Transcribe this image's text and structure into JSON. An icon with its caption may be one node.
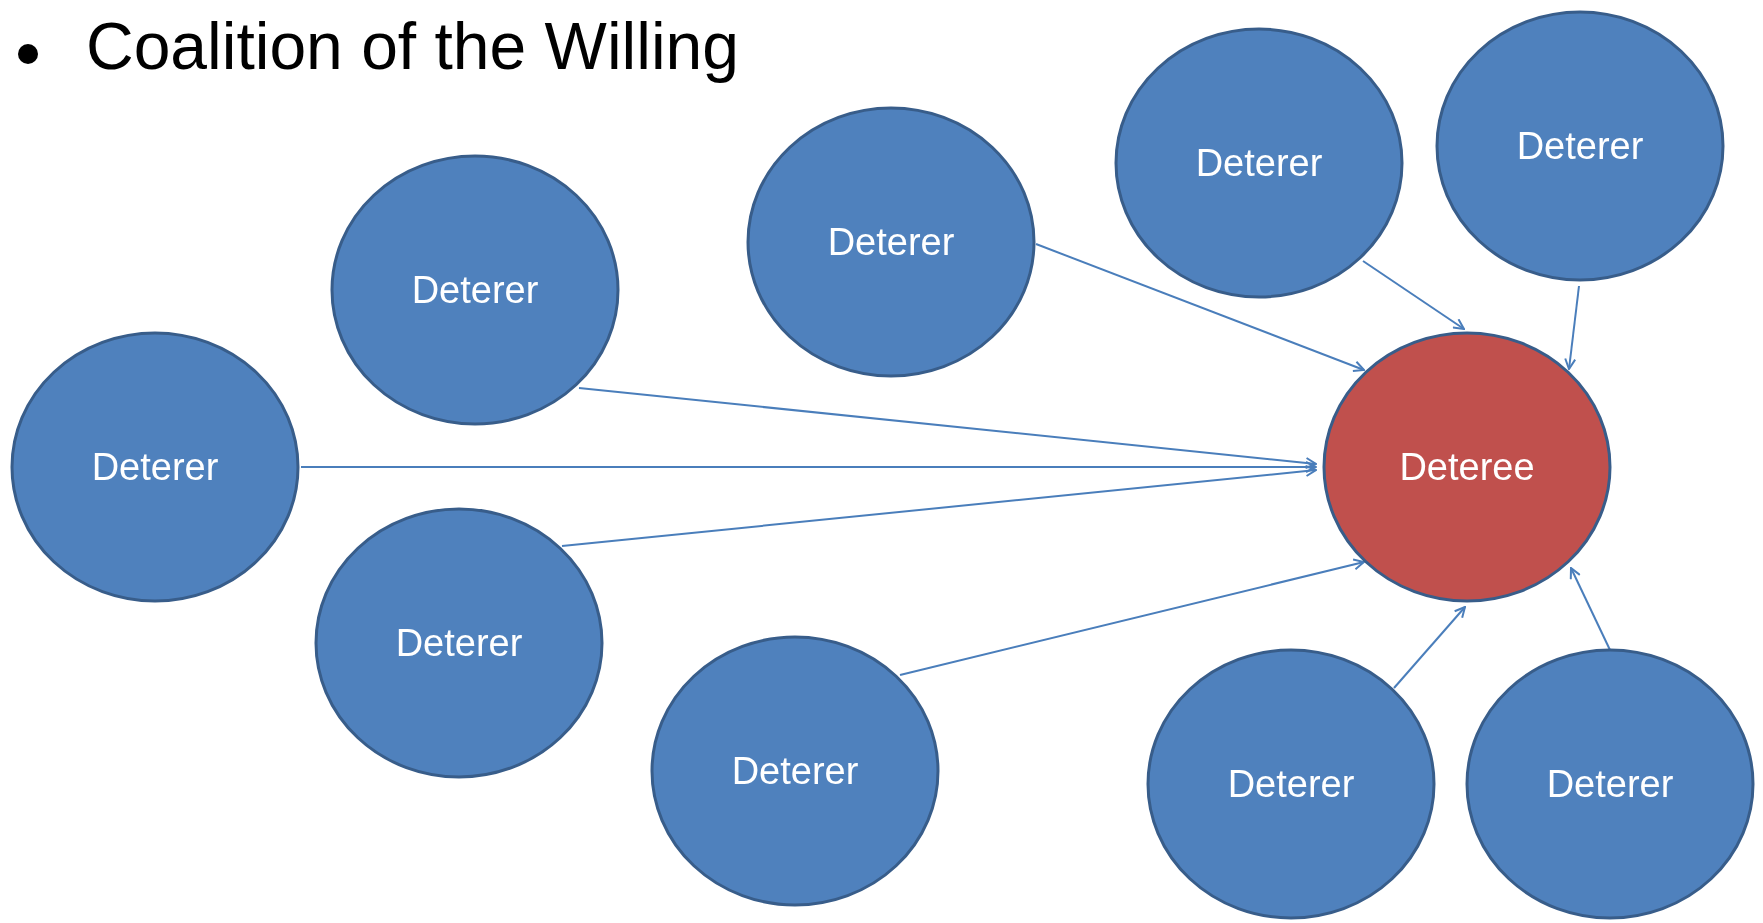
{
  "diagram": {
    "title": "Coalition of the Willing",
    "nodes": [
      {
        "text": [
          "Deterer"
        ]
      },
      {
        "text": [
          "Deterer"
        ]
      },
      {
        "text": [
          "Deterer"
        ]
      },
      {
        "text": [
          "Deterer"
        ]
      },
      {
        "text": [
          "Deterer"
        ]
      },
      {
        "text": [
          "Deteree"
        ]
      },
      {
        "text": [
          "Deterer"
        ]
      },
      {
        "text": [
          "Deterer"
        ]
      },
      {
        "text": [
          "Deterer"
        ]
      },
      {
        "text": [
          "Deterer"
        ]
      }
    ],
    "edges": [
      {
        "from": 0,
        "to": 5,
        "arrow": "to"
      },
      {
        "from": 1,
        "to": 5,
        "arrow": "to"
      },
      {
        "from": 2,
        "to": 5,
        "arrow": "to"
      },
      {
        "from": 3,
        "to": 5,
        "arrow": "to"
      },
      {
        "from": 4,
        "to": 5,
        "arrow": "to"
      },
      {
        "from": 6,
        "to": 5,
        "arrow": "to"
      },
      {
        "from": 7,
        "to": 5,
        "arrow": "to"
      },
      {
        "from": 8,
        "to": 5,
        "arrow": "to"
      },
      {
        "from": 9,
        "to": 5,
        "arrow": "to"
      }
    ]
  }
}
